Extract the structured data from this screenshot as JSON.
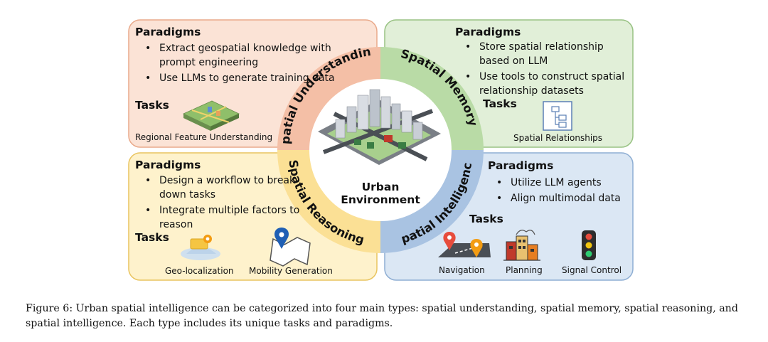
{
  "center": {
    "line1": "Urban",
    "line2": "Environment"
  },
  "ring": {
    "top_left": "Spatial Understanding",
    "top_right": "Spatial Memory",
    "bottom_left": "Spatial Reasoning",
    "bottom_right": "Spatial Intelligence"
  },
  "panels": {
    "understanding": {
      "paradigms_heading": "Paradigms",
      "bullets": [
        "Extract geospatial knowledge with prompt engineering",
        "Use LLMs to generate training data"
      ],
      "tasks_heading": "Tasks",
      "tasks": [
        "Regional Feature Understanding"
      ],
      "colors": {
        "fill": "#fbe3d6",
        "stroke": "#e9a98a",
        "ring": "#f4bfa6"
      }
    },
    "memory": {
      "paradigms_heading": "Paradigms",
      "bullets": [
        "Store spatial relationship based on LLM",
        "Use tools to construct spatial relationship datasets"
      ],
      "tasks_heading": "Tasks",
      "tasks": [
        "Spatial Relationships"
      ],
      "colors": {
        "fill": "#e1efd8",
        "stroke": "#98c283",
        "ring": "#b9dba6"
      }
    },
    "reasoning": {
      "paradigms_heading": "Paradigms",
      "bullets": [
        "Design a workflow to break down tasks",
        "Integrate multiple factors to reason"
      ],
      "tasks_heading": "Tasks",
      "tasks": [
        "Geo-localization",
        "Mobility Generation"
      ],
      "colors": {
        "fill": "#fef2cc",
        "stroke": "#e9c45f",
        "ring": "#fbe095"
      }
    },
    "intelligence": {
      "paradigms_heading": "Paradigms",
      "bullets": [
        "Utilize LLM agents",
        "Align multimodal data"
      ],
      "tasks_heading": "Tasks",
      "tasks": [
        "Navigation",
        "Planning",
        "Signal Control"
      ],
      "colors": {
        "fill": "#dbe7f4",
        "stroke": "#8eaed3",
        "ring": "#a9c3e2"
      }
    }
  },
  "icons": [
    "city-map-icon",
    "flowchart-icon",
    "location-pin-card-icon",
    "map-pin-icon",
    "navigation-route-icon",
    "city-buildings-icon",
    "traffic-light-icon",
    "city-skyline-icon"
  ],
  "caption": "Figure 6: Urban spatial intelligence can be categorized into four main types: spatial understanding, spatial memory, spatial reasoning, and spatial intelligence. Each type includes its unique tasks and paradigms."
}
